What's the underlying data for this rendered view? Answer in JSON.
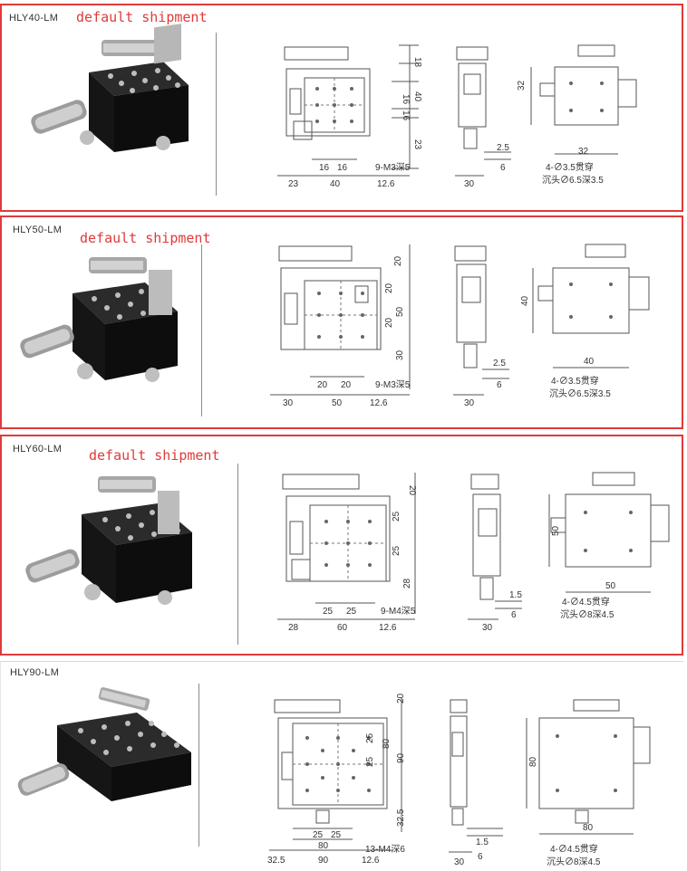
{
  "colors": {
    "frame_red": "#e03a3a",
    "text": "#333333",
    "line": "#555555",
    "stage_top": "#1a1a1a"
  },
  "sections": [
    {
      "model": "HLY40-LM",
      "shipment": "default shipment",
      "dims": {
        "top_right": [
          "18",
          "16",
          "40",
          "16",
          "23"
        ],
        "bottom": [
          "16",
          "16",
          "40",
          "23",
          "12.6"
        ],
        "callout": "9-M3深5",
        "side": [
          "2.5",
          "6",
          "30"
        ],
        "front_h": "32",
        "front_w": "32",
        "holes": [
          "4-∅3.5贯穿",
          "沉头∅6.5深3.5"
        ]
      }
    },
    {
      "model": "HLY50-LM",
      "shipment": "default shipment",
      "dims": {
        "top_right": [
          "20",
          "20",
          "50",
          "20",
          "30"
        ],
        "bottom": [
          "20",
          "20",
          "50",
          "30",
          "12.6"
        ],
        "callout": "9-M3深5",
        "side": [
          "2.5",
          "6",
          "30"
        ],
        "front_h": "40",
        "front_w": "40",
        "holes": [
          "4-∅3.5贯穿",
          "沉头∅6.5深3.5"
        ]
      }
    },
    {
      "model": "HLY60-LM",
      "shipment": "default shipment",
      "dims": {
        "top_right": [
          "20",
          "25",
          "",
          "25",
          "28"
        ],
        "bottom": [
          "25",
          "25",
          "60",
          "28",
          "12.6"
        ],
        "callout": "9-M4深5",
        "side": [
          "1.5",
          "6",
          "30"
        ],
        "front_h": "50",
        "front_w": "50",
        "holes": [
          "4-∅4.5贯穿",
          "沉头∅8深4.5"
        ]
      }
    },
    {
      "model": "HLY90-LM",
      "shipment": "",
      "dims": {
        "top_right": [
          "20",
          "25",
          "80",
          "25",
          "32.5"
        ],
        "bottom": [
          "25",
          "25",
          "80",
          "90",
          "32.5",
          "12.6"
        ],
        "callout": "13-M4深6",
        "side": [
          "1.5",
          "6",
          "30"
        ],
        "front_h": "80",
        "front_w": "80",
        "holes": [
          "4-∅4.5贯穿",
          "沉头∅8深4.5"
        ],
        "top_extra": "90"
      }
    }
  ]
}
